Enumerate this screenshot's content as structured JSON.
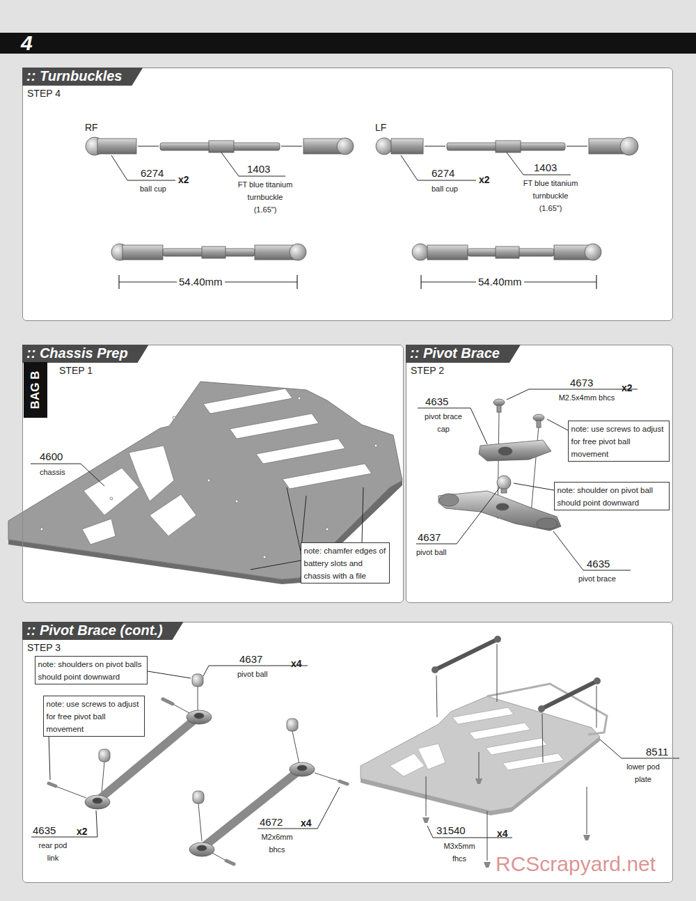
{
  "diagram": {
    "nodes": [
      {
        "text": [
          "4"
        ]
      },
      {
        "text": [
          ":: Turnbuckles",
          "STEP 4"
        ]
      },
      {
        "text": [
          ":: Chassis Prep",
          "STEP 1"
        ]
      },
      {
        "text": [
          "BAG B"
        ],
        "in": 2
      },
      {
        "text": [
          "note: chamfer edges of battery slots and chassis with a file"
        ],
        "in": 2
      },
      {
        "text": [
          ":: Pivot Brace",
          "STEP 2"
        ]
      },
      {
        "text": [
          "note: use screws to adjust for free pivot ball movement"
        ],
        "in": 5
      },
      {
        "text": [
          "note: shoulder on pivot ball should point downward"
        ],
        "in": 5
      },
      {
        "text": [
          ":: Pivot Brace (cont.)",
          "STEP 3"
        ]
      },
      {
        "text": [
          "note: shoulders on pivot balls should point downward"
        ],
        "in": 8
      },
      {
        "text": [
          "note: use screws to adjust for free pivot ball movement"
        ],
        "in": 8
      }
    ],
    "labels": [
      "RF",
      "6274",
      "ball cup",
      "x2",
      "1403",
      "FT blue titanium turnbuckle (1.65\")",
      "LF",
      "6274",
      "ball cup",
      "x2",
      "1403",
      "FT blue titanium turnbuckle (1.65\")",
      "54.40mm",
      "54.40mm",
      "4600",
      "chassis",
      "4673",
      "x2",
      "M2.5x4mm bhcs",
      "4635",
      "pivot brace cap",
      "4637",
      "pivot ball",
      "4635",
      "pivot brace",
      "4637",
      "x4",
      "pivot ball",
      "4635",
      "x2",
      "rear pod link",
      "4672",
      "x4",
      "M2x6mm bhcs",
      "8511",
      "lower pod plate",
      "31540",
      "x4",
      "M3x5mm fhcs",
      "RCScrapyard.net"
    ]
  }
}
